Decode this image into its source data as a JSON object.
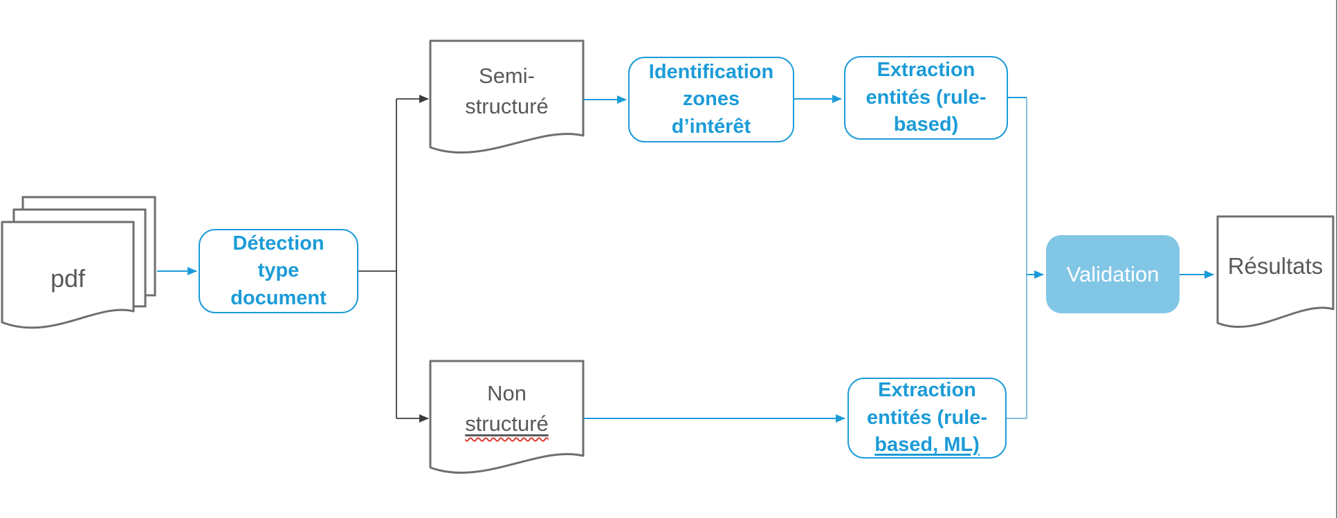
{
  "diagram": {
    "description": "Document processing pipeline flowchart",
    "colors": {
      "accent_blue": "#1B9BD7",
      "light_connector_blue": "#85BFE0",
      "validation_fill": "#82C6E6",
      "gray_text": "#595959",
      "doc_border_gray": "#6E6E6E",
      "dark_connector": "#3D3D3D",
      "spellcheck_red": "#E0392F"
    },
    "nodes": {
      "pdf": {
        "label": "pdf"
      },
      "detection": {
        "line1": "Détection",
        "line2": "type",
        "line3": "document"
      },
      "semi": {
        "line1": "Semi-",
        "line2": "structuré"
      },
      "identification": {
        "line1": "Identification",
        "line2": "zones",
        "line3": "d’intérêt"
      },
      "extraction_top": {
        "line1": "Extraction",
        "line2": "entités (rule-",
        "line3": "based)"
      },
      "non": {
        "line1": "Non",
        "line2": "structuré"
      },
      "extraction_bottom": {
        "line1": "Extraction",
        "line2": "entités (rule-",
        "line3": "based, ML)"
      },
      "validation": {
        "label": "Validation"
      },
      "resultats": {
        "label": "Résultats"
      }
    }
  }
}
